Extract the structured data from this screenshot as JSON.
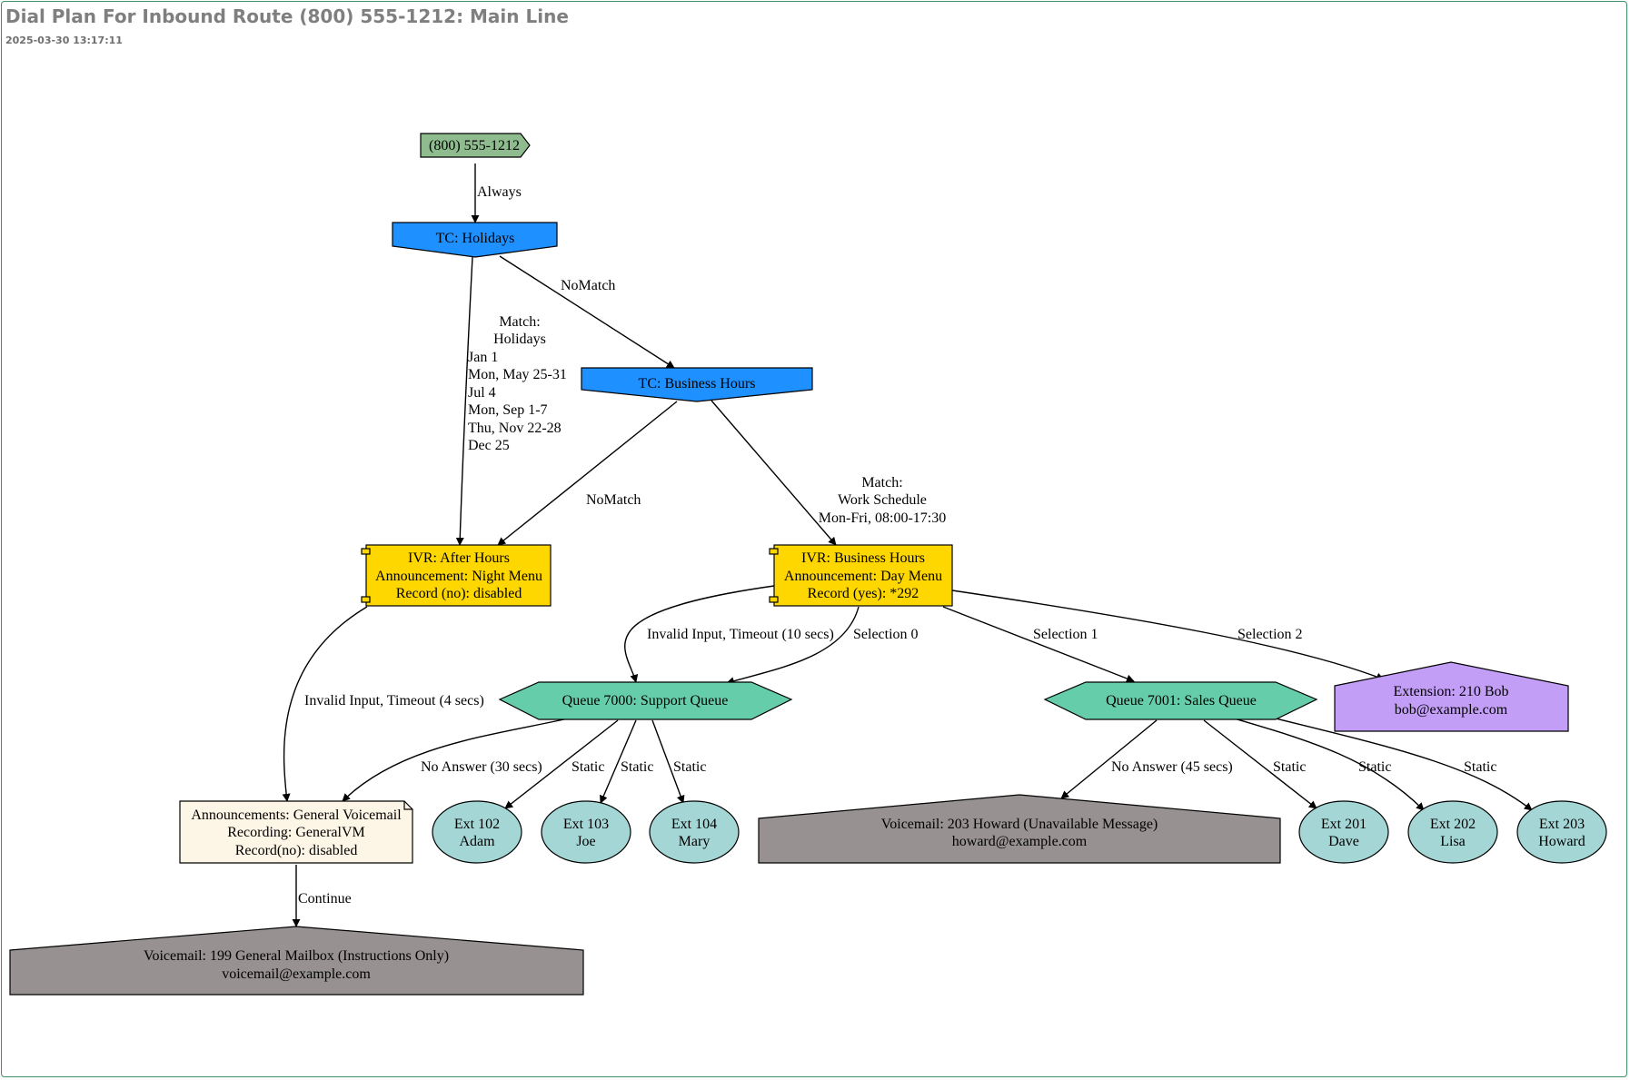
{
  "header": {
    "title": "Dial Plan For Inbound Route (800) 555-1212: Main Line",
    "timestamp": "2025-03-30 13:17:11"
  },
  "colors": {
    "did": "#8fbc8f",
    "time_condition": "#1e90ff",
    "ivr": "#ffd700",
    "announcement": "#fdf5e6",
    "queue": "#66cdaa",
    "extension": "#c39ef7",
    "voicemail": "#979191",
    "queue_member": "#a5d6d6",
    "frame": "#3d8f6a"
  },
  "nodes": {
    "did": {
      "label": "(800) 555-1212"
    },
    "tc_holidays": {
      "label": "TC: Holidays"
    },
    "tc_business": {
      "label": "TC: Business Hours"
    },
    "ivr_after": {
      "lines": [
        "IVR: After Hours",
        "Announcement: Night Menu",
        "Record (no): disabled"
      ]
    },
    "ivr_business": {
      "lines": [
        "IVR: Business Hours",
        "Announcement: Day Menu",
        "Record (yes): *292"
      ]
    },
    "queue_7000": {
      "label": "Queue 7000: Support Queue"
    },
    "queue_7001": {
      "label": "Queue 7001: Sales Queue"
    },
    "ext_210": {
      "lines": [
        "Extension: 210 Bob",
        "bob@example.com"
      ]
    },
    "announcement": {
      "lines": [
        "Announcements: General Voicemail",
        "Recording: GeneralVM",
        "Record(no): disabled"
      ]
    },
    "vm_199": {
      "lines": [
        "Voicemail: 199 General Mailbox (Instructions Only)",
        "voicemail@example.com"
      ]
    },
    "vm_203": {
      "lines": [
        "Voicemail: 203 Howard (Unavailable Message)",
        "howard@example.com"
      ]
    },
    "ext_102": {
      "lines": [
        "Ext 102",
        "Adam"
      ]
    },
    "ext_103": {
      "lines": [
        "Ext 103",
        "Joe"
      ]
    },
    "ext_104": {
      "lines": [
        "Ext 104",
        "Mary"
      ]
    },
    "ext_201": {
      "lines": [
        "Ext 201",
        "Dave"
      ]
    },
    "ext_202": {
      "lines": [
        "Ext 202",
        "Lisa"
      ]
    },
    "ext_203": {
      "lines": [
        "Ext 203",
        "Howard"
      ]
    }
  },
  "edges": {
    "did_tc": "Always",
    "holidays_nomatch": "NoMatch",
    "holidays_match_title": "Match:",
    "holidays_match_name": "Holidays",
    "holidays_match_dates": [
      "Jan 1",
      "Mon, May 25-31",
      "Jul 4",
      "Mon, Sep 1-7",
      "Thu, Nov 22-28",
      "Dec 25"
    ],
    "business_nomatch": "NoMatch",
    "business_match": [
      "Match:",
      "Work Schedule",
      "Mon-Fri, 08:00-17:30"
    ],
    "ivr_business_invalid": "Invalid Input, Timeout (10 secs)",
    "ivr_business_sel0": "Selection 0",
    "ivr_business_sel1": "Selection 1",
    "ivr_business_sel2": "Selection 2",
    "ivr_after_invalid": "Invalid Input, Timeout (4 secs)",
    "q7000_noanswer": "No Answer (30 secs)",
    "q7000_static_102": "Static",
    "q7000_static_103": "Static",
    "q7000_static_104": "Static",
    "q7001_noanswer": "No Answer (45 secs)",
    "q7001_static_201": "Static",
    "q7001_static_202": "Static",
    "q7001_static_203": "Static",
    "announcement_continue": "Continue"
  }
}
